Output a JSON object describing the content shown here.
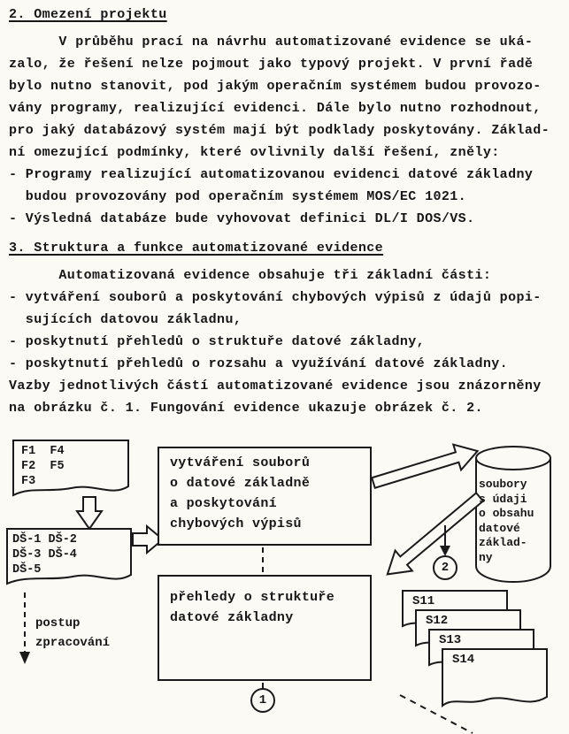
{
  "doc": {
    "section2": {
      "heading": "2. Omezení projektu",
      "paragraph": "      V průběhu prací na návrhu automatizované evidence se uká-\nzalo, že řešení nelze pojmout jako typový projekt. V první řadě\nbylo nutno stanovit, pod jakým operačním systémem budou provozo-\nvány programy, realizující evidenci. Dále bylo nutno rozhodnout,\npro jaký databázový systém mají být podklady poskytovány. Základ-\nní omezující podmínky, které ovlivnily další řešení, zněly:",
      "bullets": "- Programy realizující automatizovanou evidenci datové základny\n  budou provozovány pod operačním systémem MOS/EC 1021.\n- Výsledná databáze bude vyhovovat definici DL/I DOS/VS."
    },
    "section3": {
      "heading": "3. Struktura a funkce automatizované evidence",
      "intro": "      Automatizovaná evidence obsahuje tři základní části:",
      "bullets": "- vytváření souborů a poskytování chybových výpisů z údajů popi-\n  sujících datovou základnu,\n- poskytnutí přehledů o struktuře datové základny,\n- poskytnutí přehledů o rozsahu a využívání datové základny.",
      "closing": "Vazby jednotlivých částí automatizované evidence jsou znázorněny\nna obrázku č. 1. Fungování evidence ukazuje obrázek č. 2."
    },
    "diagram": {
      "doc_f": "F1  F4\nF2  F5\nF3",
      "doc_ds": "DŠ-1 DŠ-2\nDŠ-3 DŠ-4\nDŠ-5",
      "process_box_1": "vytváření souborů\no datové základně\na poskytování\nchybových výpisů",
      "process_box_2": "přehledy o struktuře\ndatové základny",
      "datastore": "soubory\ns údaji\no obsahu\ndatové\nzáklad-\nny",
      "flow_label": "postup\nzpracování",
      "connector_1": "1",
      "connector_2": "2",
      "sheets": [
        "S11",
        "S12",
        "S13",
        "S14"
      ],
      "ink_color": "#1a1a1a"
    }
  }
}
